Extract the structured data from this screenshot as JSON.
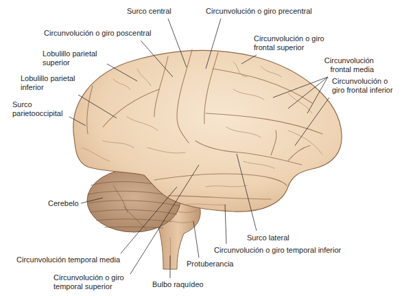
{
  "diagram": {
    "labels": [
      "Surco central",
      "Circunvolución o giro precentral",
      "Circunvolución o giro poscentral",
      "Lobulillo parietal superior",
      "Lobulillo parietal inferior",
      "Surco parietooccipital",
      "Circunvolución o giro frontal superior",
      "Circunvolución frontal media",
      "Circunvolución o giro frontal inferior",
      "Cerebelo",
      "Surco lateral",
      "Circunvolución o giro temporal inferior",
      "Protuberancia",
      "Circunvolución temporal media",
      "Circunvolución o giro temporal superior",
      "Bulbo raquídeo"
    ]
  }
}
